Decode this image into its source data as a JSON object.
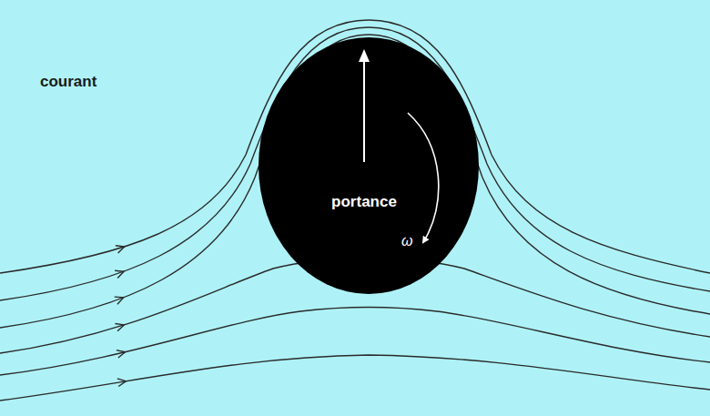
{
  "diagram": {
    "nodes": [
      {
        "text": [
          "portance",
          "ω"
        ]
      }
    ],
    "labels": [
      "courant"
    ]
  }
}
